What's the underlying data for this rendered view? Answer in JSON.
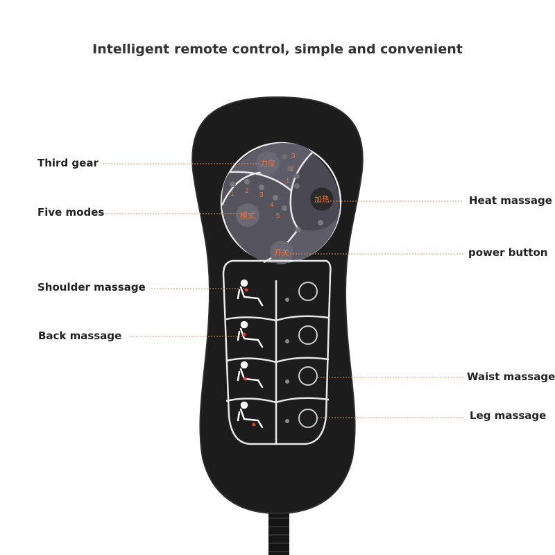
{
  "title": "Intelligent remote control, simple and convenient",
  "labels": {
    "third_gear": "Third gear",
    "five_modes": "Five modes",
    "shoulder": "Shoulder massage",
    "back": "Back massage",
    "heat": "Heat massage",
    "power": "power button",
    "waist": "Waist massage",
    "leg": "Leg massage"
  },
  "buttons": {
    "strength": "力度",
    "mode": "模式",
    "heat": "加热",
    "power": "开关"
  },
  "gear_numbers": [
    "3",
    "2",
    "1"
  ],
  "mode_numbers": [
    "1",
    "2",
    "3",
    "4",
    "5"
  ],
  "colors": {
    "body": "#1c1c1c",
    "panel": "#5e5c68",
    "accent": "#f0733a",
    "leader": "#e88a50"
  }
}
